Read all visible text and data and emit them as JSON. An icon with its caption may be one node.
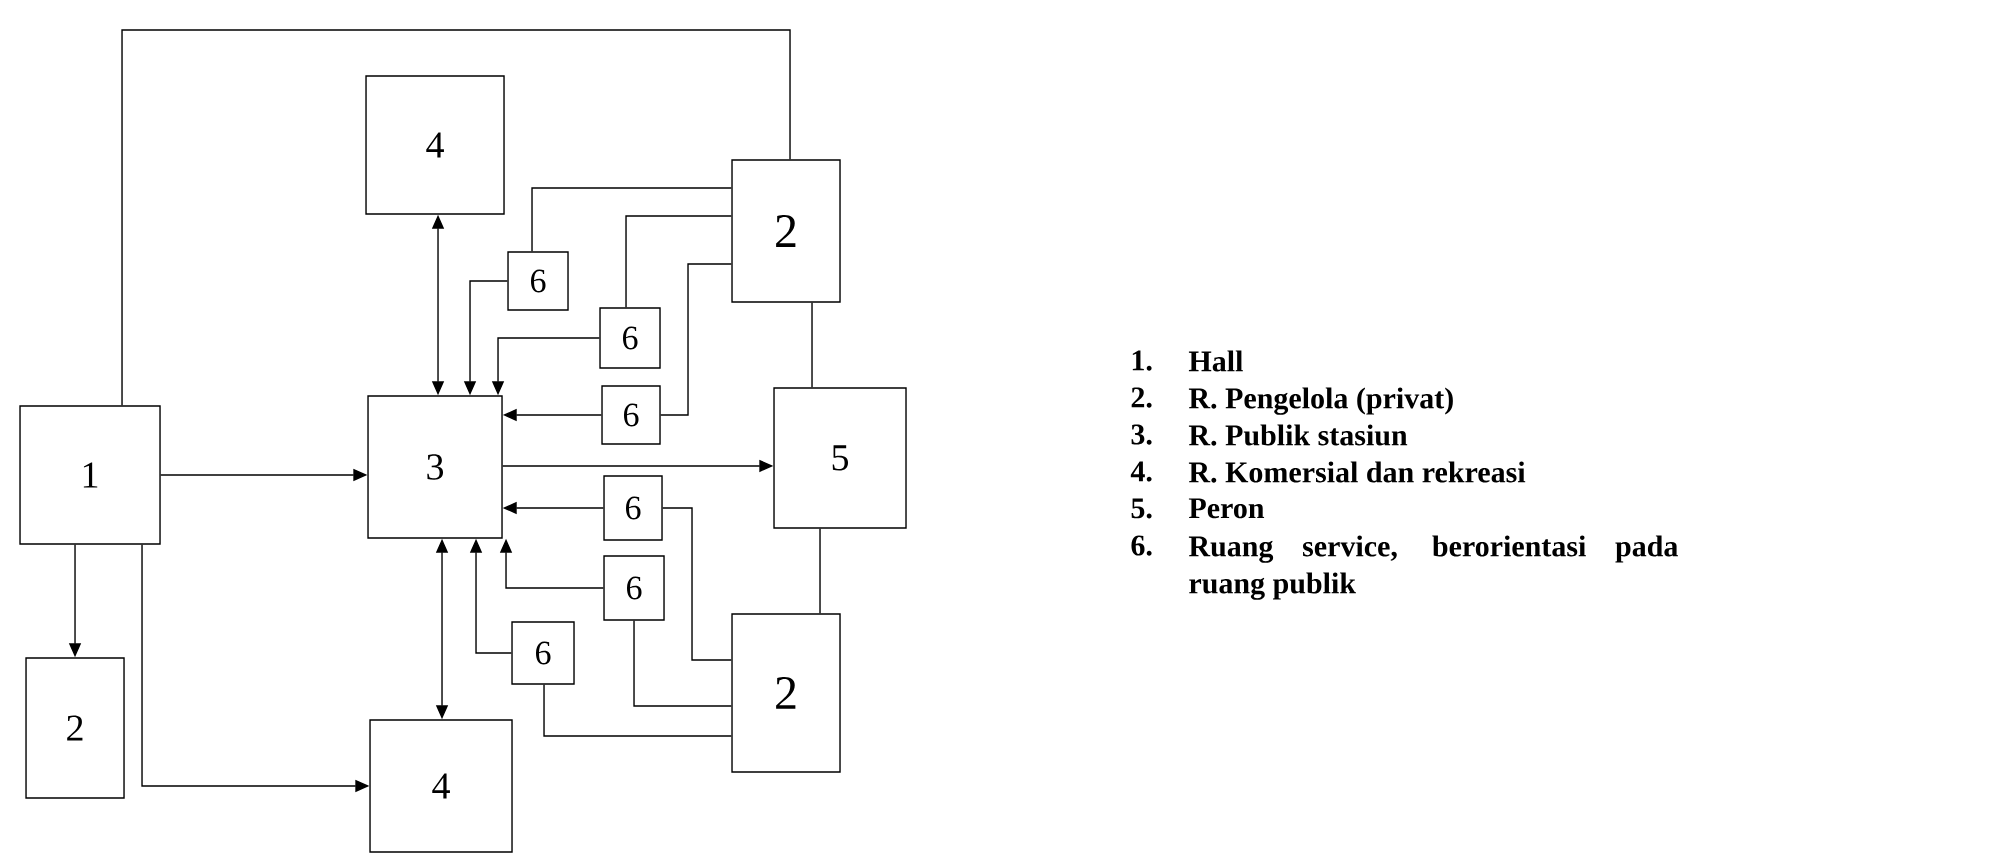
{
  "diagram": {
    "nodes": [
      {
        "text": [
          "1"
        ]
      },
      {
        "text": [
          "2"
        ]
      },
      {
        "text": [
          "4"
        ]
      },
      {
        "text": [
          "3"
        ]
      },
      {
        "text": [
          "2"
        ]
      },
      {
        "text": [
          "5"
        ]
      },
      {
        "text": [
          "2"
        ]
      },
      {
        "text": [
          "4"
        ]
      },
      {
        "text": [
          "6"
        ]
      },
      {
        "text": [
          "6"
        ]
      },
      {
        "text": [
          "6"
        ]
      },
      {
        "text": [
          "6"
        ]
      },
      {
        "text": [
          "6"
        ]
      },
      {
        "text": [
          "6"
        ]
      }
    ],
    "edges": [
      {
        "from": 0,
        "to": 3,
        "arrow": "to"
      },
      {
        "from": 0,
        "to": 1,
        "arrow": "to"
      },
      {
        "from": 0,
        "to": 7,
        "arrow": "to"
      },
      {
        "from": 0,
        "to": 4,
        "arrow": "none"
      },
      {
        "from": 2,
        "to": 3,
        "arrow": "both"
      },
      {
        "from": 3,
        "to": 7,
        "arrow": "both"
      },
      {
        "from": 3,
        "to": 5,
        "arrow": "to"
      },
      {
        "from": 4,
        "to": 5,
        "arrow": "none"
      },
      {
        "from": 5,
        "to": 6,
        "arrow": "none"
      },
      {
        "from": 8,
        "to": 3,
        "arrow": "to"
      },
      {
        "from": 4,
        "to": 8,
        "arrow": "none"
      },
      {
        "from": 9,
        "to": 3,
        "arrow": "to"
      },
      {
        "from": 4,
        "to": 9,
        "arrow": "none"
      },
      {
        "from": 10,
        "to": 3,
        "arrow": "to"
      },
      {
        "from": 4,
        "to": 10,
        "arrow": "none"
      },
      {
        "from": 11,
        "to": 3,
        "arrow": "to"
      },
      {
        "from": 6,
        "to": 11,
        "arrow": "none"
      },
      {
        "from": 12,
        "to": 3,
        "arrow": "to"
      },
      {
        "from": 6,
        "to": 12,
        "arrow": "none"
      },
      {
        "from": 13,
        "to": 3,
        "arrow": "to"
      },
      {
        "from": 6,
        "to": 13,
        "arrow": "none"
      }
    ],
    "labels": [
      "1.",
      "Hall",
      "2.",
      "R. Pengelola (privat)",
      "3.",
      "R. Publik stasiun",
      "4.",
      "R. Komersial dan rekreasi",
      "5.",
      "Peron",
      "6.",
      "Ruang service, berorientasi pada ruang publik"
    ]
  }
}
